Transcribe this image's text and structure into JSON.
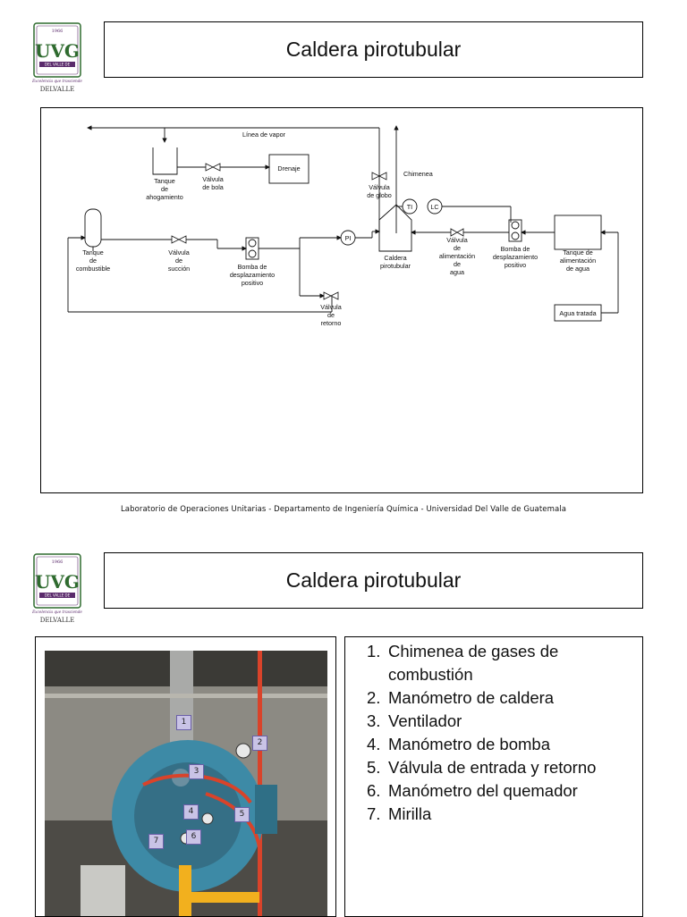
{
  "slide1": {
    "title": "Caldera pirotubular",
    "diagram": {
      "linea_vapor": "Línea de vapor",
      "chimenea": "Chimenea",
      "drenaje": "Drenaje",
      "tanque_ahogamiento": [
        "Tanque",
        "de",
        "ahogamiento"
      ],
      "valvula_bola": [
        "Válvula",
        "de bola"
      ],
      "valvula_globo": [
        "Válvula",
        "de globo"
      ],
      "tanque_combustible": [
        "Tanque",
        "de",
        "combustible"
      ],
      "valvula_succion": [
        "Válvula",
        "de",
        "succión"
      ],
      "bomba_combustible": [
        "Bomba de",
        "desplazamiento",
        "positivo"
      ],
      "valvula_retorno": [
        "Válvula",
        "de",
        "retorno"
      ],
      "pi": "PI",
      "ti": "TI",
      "lc": "LC",
      "caldera": [
        "Caldera",
        "pirotubular"
      ],
      "valvula_alimentacion": [
        "Válvula",
        "de",
        "alimentación",
        "de",
        "agua"
      ],
      "bomba_agua": [
        "Bomba de",
        "desplazamiento",
        "positivo"
      ],
      "tanque_agua": [
        "Tanque de",
        "alimentación",
        "de agua"
      ],
      "agua_tratada": "Agua tratada"
    }
  },
  "footer": "Laboratorio de Operaciones Unitarias  -  Departamento de Ingeniería Química  -  Universidad Del Valle de Guatemala",
  "logo": {
    "year": "1966",
    "text": "UVG",
    "ribbon": "DEL VALLE DE",
    "tagline": "Excelencia que trasciende",
    "brand": "DELVALLE"
  },
  "slide2": {
    "title": "Caldera pirotubular",
    "photo_markers": [
      "1",
      "2",
      "3",
      "4",
      "5",
      "6",
      "7"
    ],
    "items": [
      {
        "num": "1.",
        "text": "Chimenea de gases de combustión"
      },
      {
        "num": "2.",
        "text": "Manómetro de caldera"
      },
      {
        "num": "3.",
        "text": "Ventilador"
      },
      {
        "num": "4.",
        "text": "Manómetro de bomba"
      },
      {
        "num": "5.",
        "text": "Válvula de entrada y retorno"
      },
      {
        "num": "6.",
        "text": "Manómetro del quemador"
      },
      {
        "num": "7.",
        "text": "Mirilla"
      }
    ]
  },
  "colors": {
    "logo_green": "#2f6b2f",
    "logo_purple": "#5a2a6b",
    "boiler_blue": "#3d8aa6",
    "pipe_red": "#d9432a",
    "marker_bg": "#c9c3e6"
  }
}
